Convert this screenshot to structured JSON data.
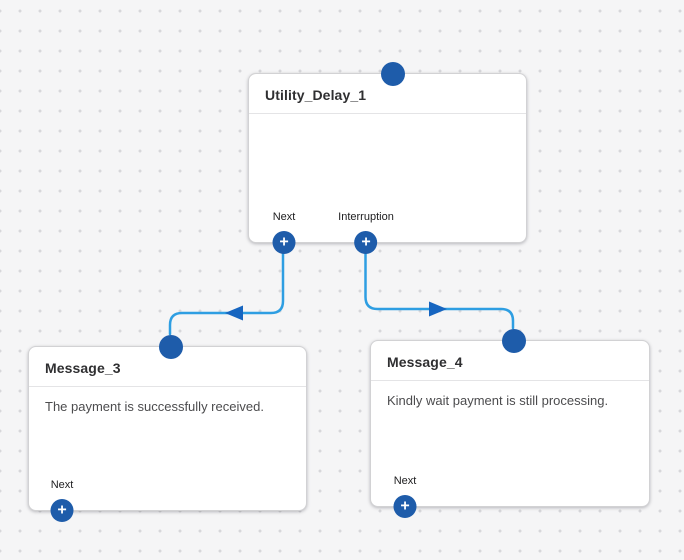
{
  "canvas": {
    "background_color": "#f5f5f6",
    "dot_color": "#d7d7da"
  },
  "colors": {
    "port_circle": "#1e5caa",
    "connector_line": "#2e9ee2",
    "connector_arrow": "#1665c0",
    "node_background": "#ffffff",
    "node_border": "#d2d2d4"
  },
  "icons": {
    "plus_icon": "+"
  },
  "nodes": [
    {
      "title": "Utility_Delay_1",
      "body": "",
      "ports": [
        {
          "label": "Next"
        },
        {
          "label": "Interruption"
        }
      ]
    },
    {
      "title": "Message_3",
      "body": "The payment is successfully received.",
      "ports": [
        {
          "label": "Next"
        }
      ]
    },
    {
      "title": "Message_4",
      "body": "Kindly wait payment is still processing.",
      "ports": [
        {
          "label": "Next"
        }
      ]
    }
  ],
  "edges": [
    {
      "from": "Utility_Delay_1.Next",
      "to": "Message_3"
    },
    {
      "from": "Utility_Delay_1.Interruption",
      "to": "Message_4"
    }
  ]
}
